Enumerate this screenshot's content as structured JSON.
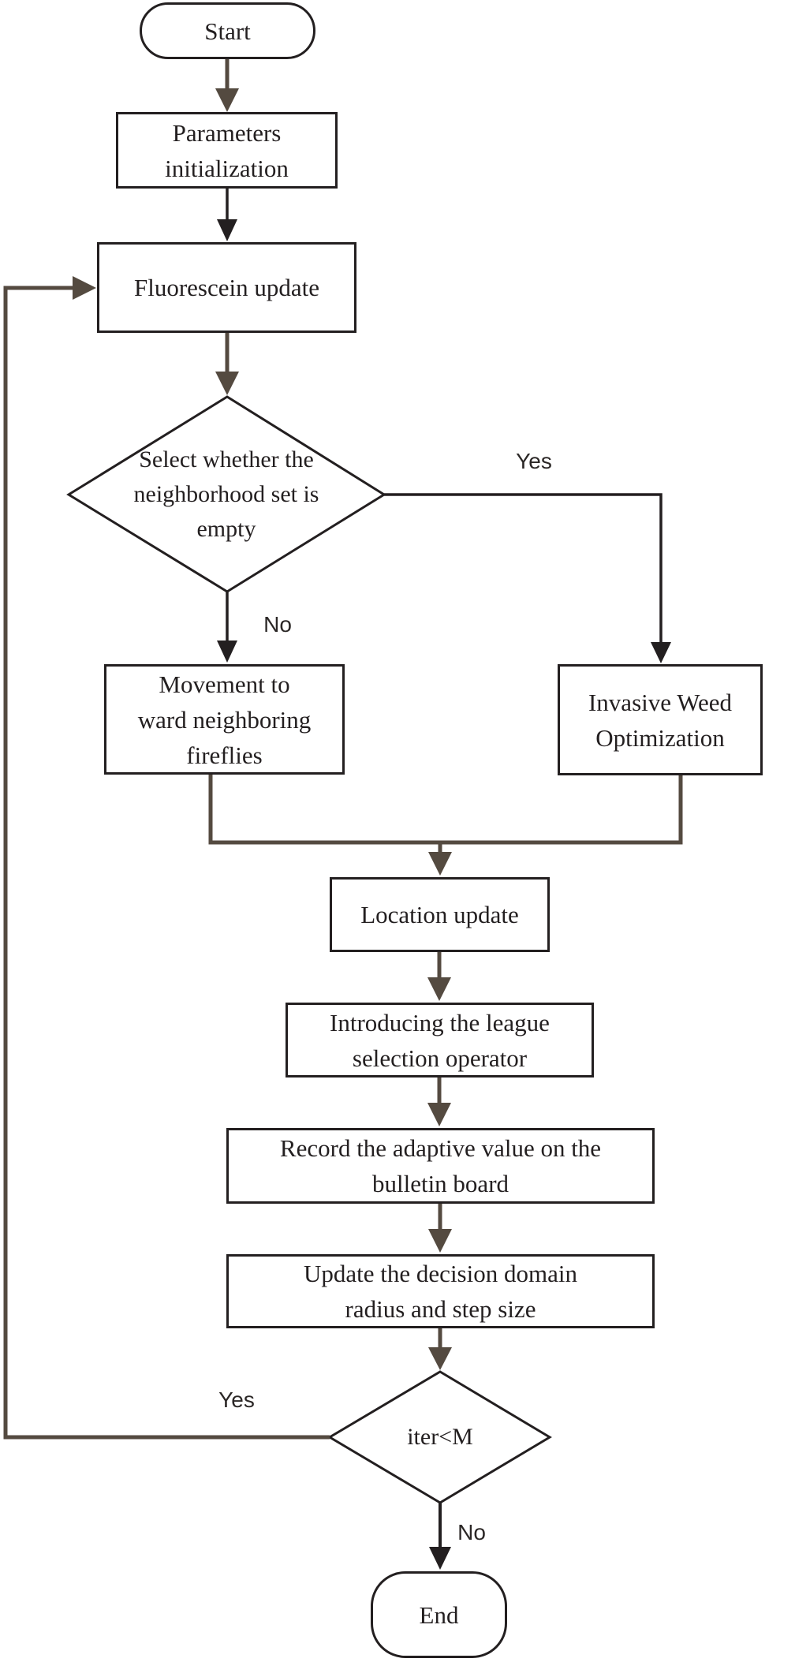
{
  "diagram": {
    "title_hint": "Flowchart of hybrid glowworm/firefly optimization algorithm",
    "colors": {
      "background": "#ffffff",
      "line_black": "#231f20",
      "line_brown": "#544a40",
      "text": "#231f20"
    },
    "nodes": {
      "start": {
        "label": "Start",
        "shape": "stadium"
      },
      "params": {
        "label": [
          "Parameters",
          "initialization"
        ],
        "shape": "rect"
      },
      "fluorescein": {
        "label": "Fluorescein update",
        "shape": "rect"
      },
      "neighborhood_decision": {
        "label": [
          "Select whether the",
          "neighborhood set is",
          "empty"
        ],
        "shape": "diamond"
      },
      "movement": {
        "label": [
          "Movement to",
          "ward neighboring",
          "fireflies"
        ],
        "shape": "rect"
      },
      "iwo": {
        "label": [
          "Invasive Weed",
          "Optimization"
        ],
        "shape": "rect"
      },
      "location": {
        "label": "Location update",
        "shape": "rect"
      },
      "league": {
        "label": [
          "Introducing the league",
          "selection operator"
        ],
        "shape": "rect"
      },
      "record": {
        "label": [
          "Record the adaptive value on the",
          "bulletin board"
        ],
        "shape": "rect"
      },
      "update_radius": {
        "label": [
          "Update the decision domain",
          "radius and step size"
        ],
        "shape": "rect"
      },
      "iter_decision": {
        "label": "iter<M",
        "shape": "diamond"
      },
      "end": {
        "label": "End",
        "shape": "stadium"
      }
    },
    "edge_labels": {
      "yes_top": "Yes",
      "no_top": "No",
      "yes_loop": "Yes",
      "no_bottom": "No"
    }
  }
}
